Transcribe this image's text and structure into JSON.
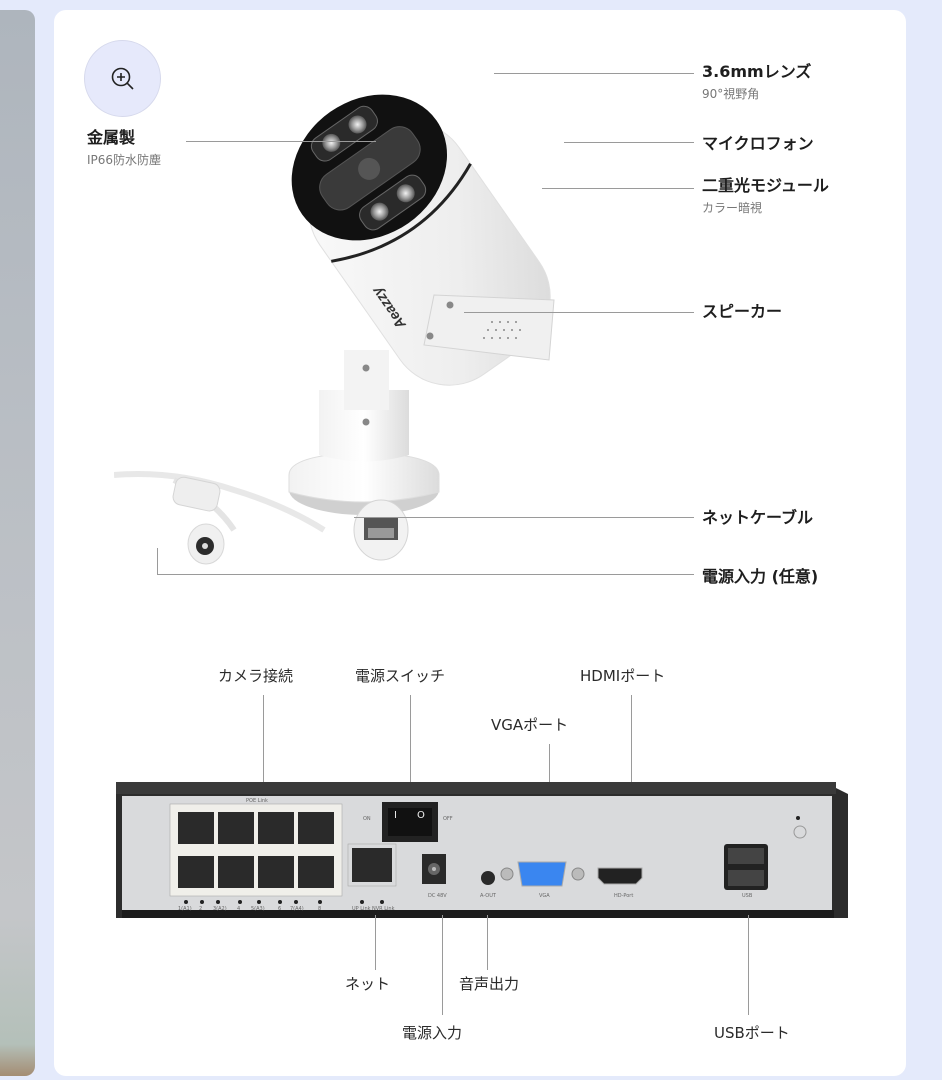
{
  "zoom_button": {
    "icon": "zoom-in-icon"
  },
  "camera": {
    "brand": "Aeazzy",
    "callouts": {
      "metal": {
        "title": "金属製",
        "sub": "IP66防水防塵"
      },
      "lens": {
        "title": "3.6mmレンズ",
        "sub": "90°視野角"
      },
      "mic": {
        "title": "マイクロフォン"
      },
      "dual_light": {
        "title": "二重光モジュール",
        "sub": "カラー暗視"
      },
      "speaker": {
        "title": "スピーカー"
      },
      "net_cable": {
        "title": "ネットケーブル"
      },
      "power_in": {
        "title": "電源入力 (任意)"
      }
    }
  },
  "nvr": {
    "labels_top": {
      "camera_connect": "カメラ接続",
      "power_switch": "電源スイッチ",
      "hdmi": "HDMIポート",
      "vga": "VGAポート"
    },
    "labels_bottom": {
      "net": "ネット",
      "power_in": "電源入力",
      "audio_out": "音声出力",
      "usb": "USBポート"
    },
    "panel": {
      "poe_link": "POE Link",
      "switch_on": "ON",
      "switch_off": "OFF",
      "switch_i": "I",
      "switch_o": "O",
      "port_numbers": [
        "1(A1)",
        "2",
        "3(A2)",
        "4",
        "5(A3)",
        "6",
        "7(A4)",
        "8"
      ],
      "uplink": "UP Link",
      "nvr_link": "NVR Link",
      "dc": "DC 48V",
      "aout": "A-OUT",
      "vga": "VGA",
      "hdport": "HD-Port",
      "usb": "USB"
    }
  },
  "colors": {
    "page_bg": "#e4eafb",
    "card_bg": "#ffffff",
    "zoom_btn_bg": "#e6e9fb",
    "vga_blue": "#3a86f0",
    "nvr_body": "#2d2d2d",
    "nvr_panel": "#d9dadc"
  }
}
